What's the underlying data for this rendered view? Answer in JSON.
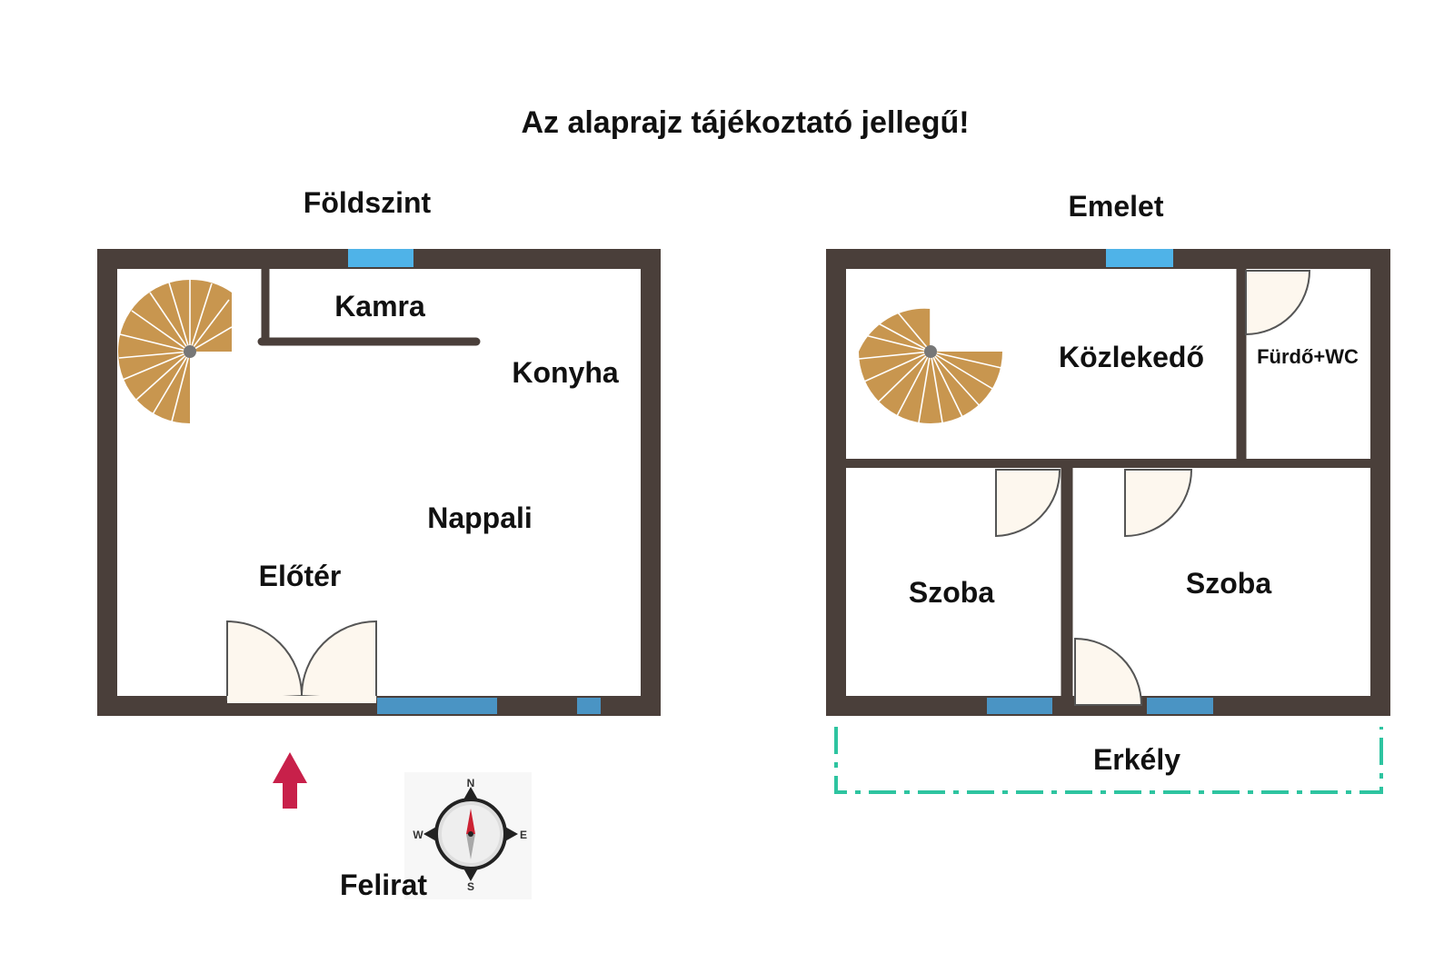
{
  "title": "Az alaprajz tájékoztató jellegű!",
  "ground_floor": {
    "heading": "Földszint",
    "rooms": {
      "kamra": "Kamra",
      "konyha": "Konyha",
      "nappali": "Nappali",
      "eloter": "Előtér"
    }
  },
  "upper_floor": {
    "heading": "Emelet",
    "rooms": {
      "kozlekedo": "Közlekedő",
      "furdo": "Fürdő+WC",
      "szoba_left": "Szoba",
      "szoba_right": "Szoba",
      "erkely": "Erkély"
    }
  },
  "legend": {
    "caption": "Felirat",
    "compass": {
      "n": "N",
      "e": "E",
      "s": "S",
      "w": "W"
    }
  },
  "colors": {
    "wall": "#4a3f3a",
    "window": "#4fb3e8",
    "window_bottom": "#4a94c4",
    "stair": "#c8964f",
    "door_fill": "#fdf7ee",
    "balcony_outline": "#2ec4a0",
    "entrance_arrow": "#c8204a"
  }
}
